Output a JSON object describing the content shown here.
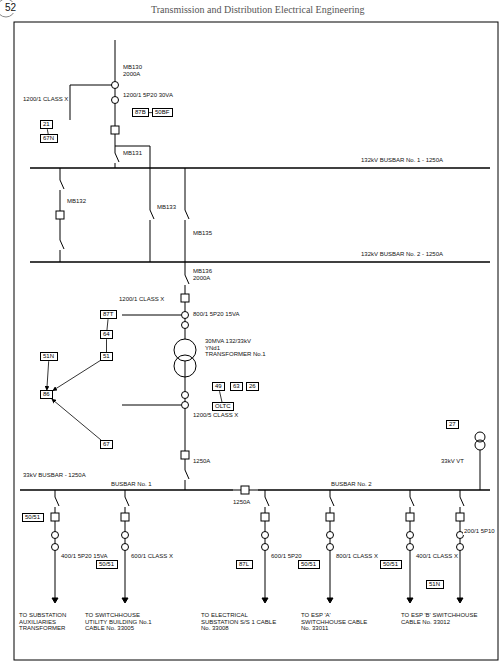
{
  "diagram": {
    "nodes": [
      {
        "text": [
          "87B"
        ]
      },
      {
        "text": [
          "50BF"
        ]
      },
      {
        "text": [
          "21"
        ]
      },
      {
        "text": [
          "67N"
        ]
      },
      {
        "text": [
          "87T"
        ]
      },
      {
        "text": [
          "64"
        ]
      },
      {
        "text": [
          "51"
        ]
      },
      {
        "text": [
          "51N"
        ]
      },
      {
        "text": [
          "86"
        ]
      },
      {
        "text": [
          "49"
        ]
      },
      {
        "text": [
          "63"
        ]
      },
      {
        "text": [
          "26"
        ]
      },
      {
        "text": [
          "OLTC"
        ]
      },
      {
        "text": [
          "50/51"
        ]
      },
      {
        "text": [
          "50/51"
        ]
      },
      {
        "text": [
          "87L"
        ]
      },
      {
        "text": [
          "50/51"
        ]
      },
      {
        "text": [
          "50/51"
        ]
      },
      {
        "text": [
          "51N"
        ]
      },
      {
        "text": [
          "67"
        ]
      },
      {
        "text": [
          "27"
        ]
      }
    ],
    "edges": [
      {
        "from": 0,
        "to": 1,
        "arrow": "none"
      },
      {
        "from": 2,
        "to": 3,
        "arrow": "none"
      },
      {
        "from": 4,
        "to": 5,
        "arrow": "none"
      },
      {
        "from": 5,
        "to": 6,
        "arrow": "none"
      },
      {
        "from": 7,
        "to": 8,
        "arrow": "to"
      },
      {
        "from": 6,
        "to": 8,
        "arrow": "to"
      },
      {
        "from": 9,
        "to": 12,
        "arrow": "none"
      },
      {
        "from": 19,
        "to": 8,
        "arrow": "to"
      }
    ],
    "labels": [
      "52",
      "Transmission and Distribution Electrical Engineering",
      "132kV BUSBAR No. 1 - 1250A",
      "132kV BUSBAR No. 2 - 1250A",
      "33kV BUSBAR - 1250A",
      "BUSBAR No. 1",
      "BUSBAR No. 2",
      "MB130",
      "2000A",
      "1200/1 5P20 30VA",
      "1200/1 CLASS X",
      "MB131",
      "MB132",
      "MB133",
      "MB135",
      "MB136",
      "2000A",
      "800/1 5P20 15VA",
      "1200/1 CLASS X",
      "30MVA 132/33kV YNd1 TRANSFORMER No.1",
      "1200/5 CLASS X",
      "1250A",
      "33kV VT",
      "1250A",
      "400/1 5P20 15VA",
      "600/1 CLASS X",
      "600/1 5P20",
      "800/1 CLASS X",
      "400/1 CLASS X",
      "200/1 5P10",
      "TO SUBSTATION AUXILIARIES TRANSFORMER",
      "TO SWITCHHOUSE UTILITY BUILDING No.1 CABLE No. 33005",
      "TO ELECTRICAL SUBSTATION S/S 1 CABLE No. 33008",
      "TO ESP 'A' SWITCHHOUSE CABLE No. 33011",
      "TO ESP 'B' SWITCHHOUSE CABLE No. 33012"
    ]
  }
}
